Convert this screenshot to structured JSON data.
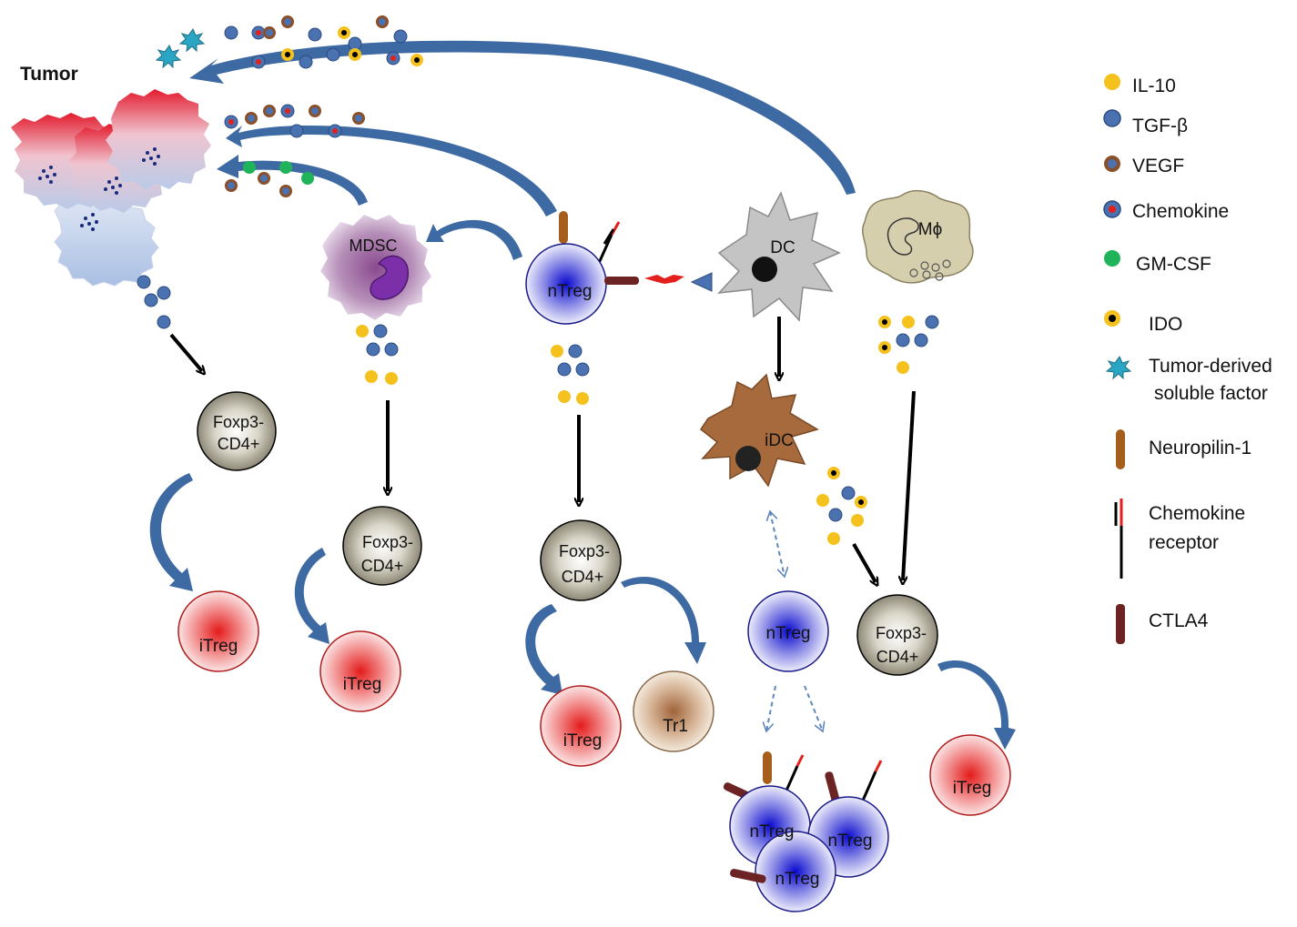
{
  "labels": {
    "tumor": "Tumor",
    "mdsc": "MDSC",
    "ntreg": "nTreg",
    "dc": "DC",
    "macrophage": "Mϕ",
    "idc": "iDC",
    "foxp3_line1": "Foxp3-",
    "foxp3_line2": "CD4+",
    "itreg": "iTreg",
    "tr1": "Tr1"
  },
  "legend": [
    {
      "key": "il10",
      "label": "IL-10"
    },
    {
      "key": "tgfb",
      "label": "TGF-β"
    },
    {
      "key": "vegf",
      "label": "VEGF"
    },
    {
      "key": "chemokine",
      "label": "Chemokine"
    },
    {
      "key": "gmcsf",
      "label": "GM-CSF"
    },
    {
      "key": "ido",
      "label": "IDO"
    },
    {
      "key": "tumor_factor",
      "label_line1": "Tumor-derived",
      "label_line2": "soluble factor"
    },
    {
      "key": "neuropilin",
      "label": "Neuropilin-1"
    },
    {
      "key": "chemokine_receptor",
      "label_line1": "Chemokine",
      "label_line2": "receptor"
    },
    {
      "key": "ctla4",
      "label": "CTLA4"
    }
  ],
  "colors": {
    "il10": "#f5c11c",
    "tgfb": "#4a72b0",
    "vegf_ring": "#8b4f2a",
    "chemokine_dot": "#e3201c",
    "gmcsf": "#1fb45a",
    "arrow_blue": "#3e6aa3",
    "itreg": "#e02020",
    "ntreg": "#2020c0",
    "neuropilin": "#a65e1c",
    "ctla4": "#6b2323"
  }
}
